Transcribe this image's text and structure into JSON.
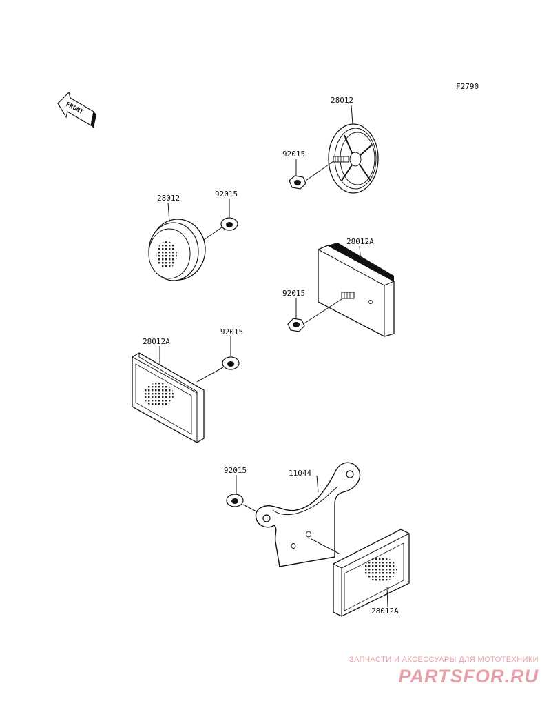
{
  "figure_code": "F2790",
  "front_label": "FRONT",
  "part_labels": {
    "lens_round_top": "28012",
    "nut_top": "92015",
    "lens_round_left": "28012",
    "nut_left": "92015",
    "lens_rect_right": "28012A",
    "nut_right": "92015",
    "lens_rect_left": "28012A",
    "nut_mid_left": "92015",
    "nut_bottom": "92015",
    "bracket": "11044",
    "lens_rect_bottom": "28012A"
  },
  "watermark": {
    "tagline": "ЗАПЧАСТИ И АКСЕССУАРЫ ДЛЯ МОТОТЕХНИКИ",
    "logo": "PARTSFOR.RU"
  }
}
